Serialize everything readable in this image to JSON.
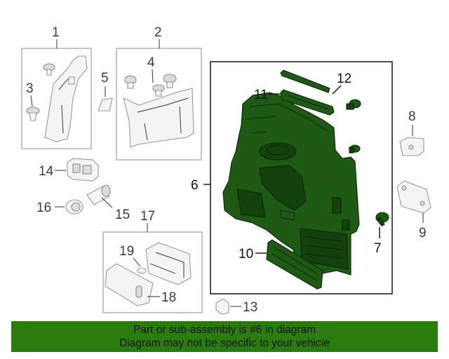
{
  "callouts": {
    "c1": "1",
    "c2": "2",
    "c3": "3",
    "c4": "4",
    "c5": "5",
    "c6": "6",
    "c7": "7",
    "c8": "8",
    "c9": "9",
    "c10": "10",
    "c11": "11",
    "c12": "12",
    "c13": "13",
    "c14": "14",
    "c15": "15",
    "c16": "16",
    "c17": "17",
    "c18": "18",
    "c19": "19"
  },
  "banner": {
    "line1": "Part or sub-assembly is #6 in diagram",
    "line2": "Diagram may not be specific to your vehicle"
  },
  "colors": {
    "highlight_part": "#1e5a14",
    "banner_bg": "#2a7d0c"
  }
}
